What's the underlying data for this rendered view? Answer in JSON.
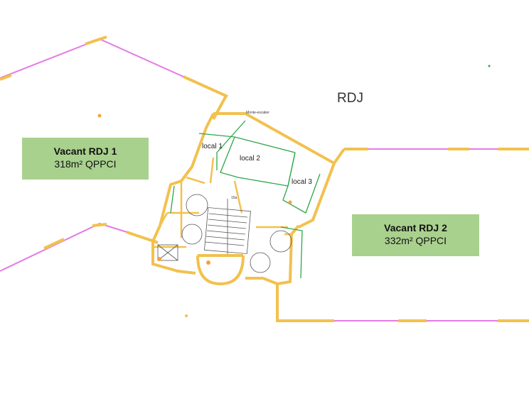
{
  "plan": {
    "level_label": "RDJ",
    "rooms": [
      {
        "label": "local 1"
      },
      {
        "label": "local 2"
      },
      {
        "label": "local 3"
      }
    ],
    "lift_note": "Monte-escalier",
    "dimension_note": "15a"
  },
  "lots": [
    {
      "title": "Vacant RDJ 1",
      "area": "318m² QPPCI"
    },
    {
      "title": "Vacant RDJ 2",
      "area": "332m² QPPCI"
    }
  ],
  "colors": {
    "wall_yellow": "#f2c14e",
    "wall_pink": "#e27be6",
    "partition_green": "#2ea84a",
    "label_fill": "#a9d18e"
  }
}
